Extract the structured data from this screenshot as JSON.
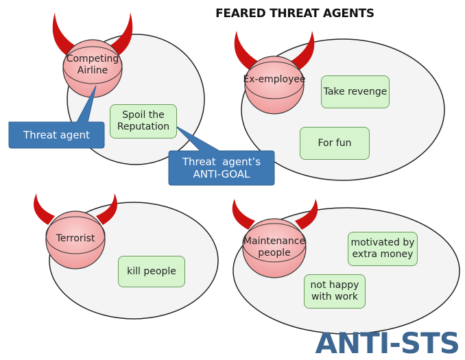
{
  "title": "FEARED THREAT AGENTS",
  "brand": "ANTI-STS",
  "colors": {
    "agent_fill": "#f2a9a9",
    "horn": "#cc1111",
    "goal_fill": "#d6f5cf",
    "callout": "#3f79b4",
    "brand": "#3d6691"
  },
  "agents": [
    {
      "name": "Competing\nAirline",
      "goals": [
        "Spoil the\nReputation"
      ]
    },
    {
      "name": "Ex-employee",
      "goals": [
        "Take revenge",
        "For fun"
      ]
    },
    {
      "name": "Terrorist",
      "goals": [
        "kill people"
      ]
    },
    {
      "name": "Maintenance\npeople",
      "goals": [
        "motivated by\nextra money",
        "not happy\nwith work"
      ]
    }
  ],
  "callouts": {
    "threat_agent": "Threat agent",
    "anti_goal": "Threat  agent’s\nANTI-GOAL"
  }
}
